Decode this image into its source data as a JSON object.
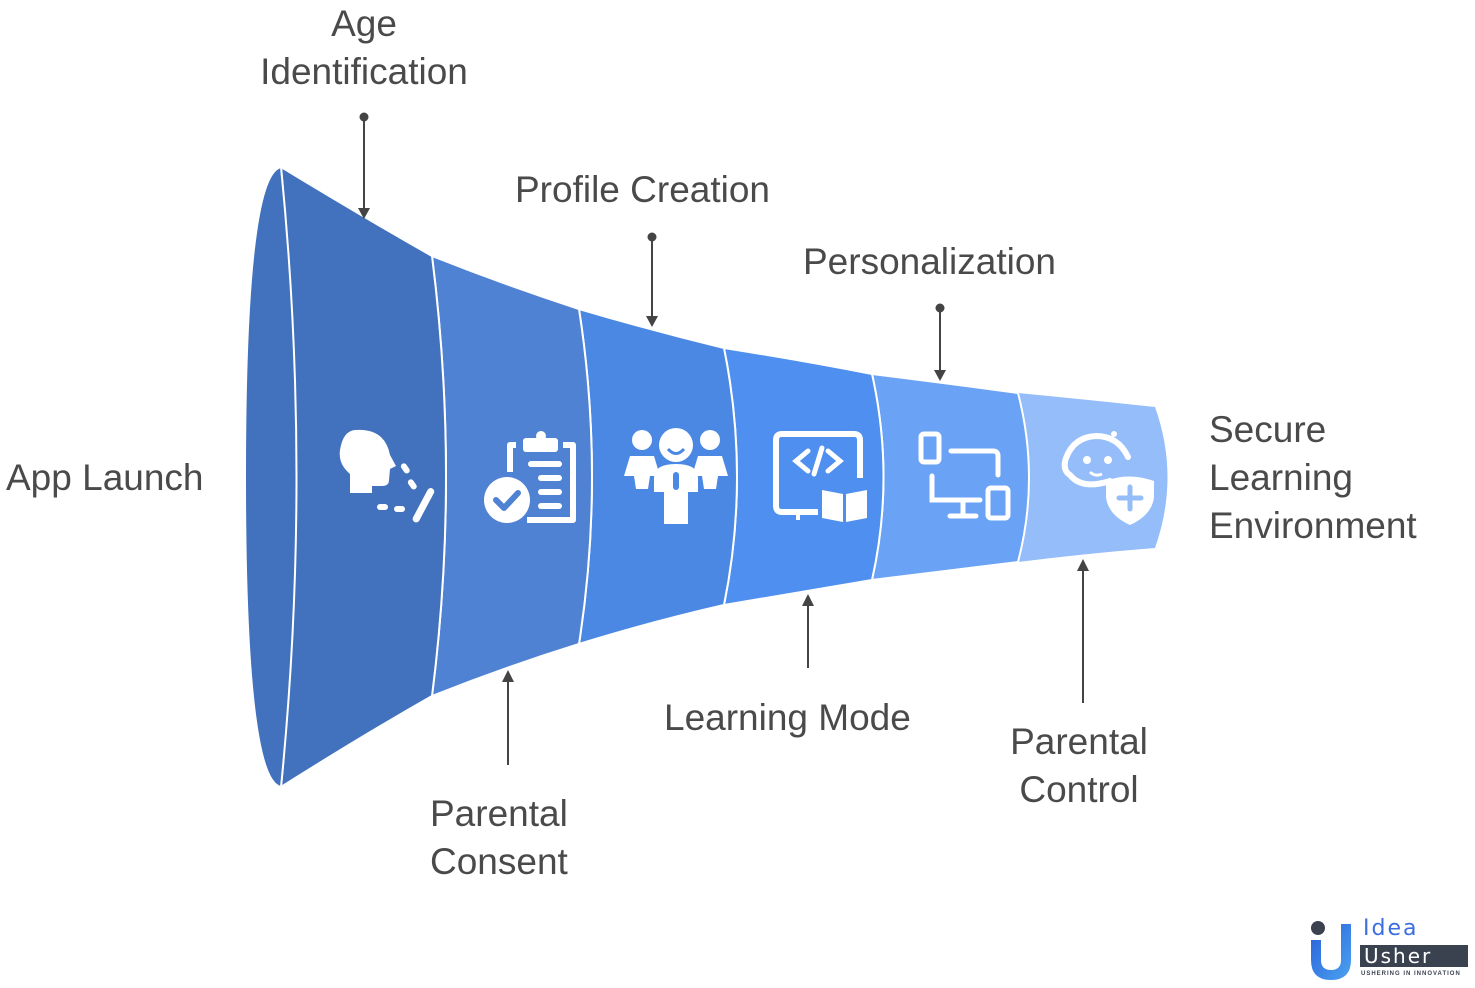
{
  "diagram": {
    "type": "funnel",
    "title": "",
    "stages": [
      {
        "label": "App Launch",
        "icon": "head-speaking-icon",
        "color": "#4272bd"
      },
      {
        "label": "Age Identification",
        "icon": "clipboard-check-icon",
        "color": "#5082d4"
      },
      {
        "label": "Parental Consent",
        "icon": "group-people-icon",
        "color": "#4b88e4"
      },
      {
        "label": "Profile Creation",
        "icon": "code-monitor-book-icon",
        "color": "#4e8ff0"
      },
      {
        "label": "Learning Mode",
        "icon": "device-network-icon",
        "color": "#6aa2f6"
      },
      {
        "label": "Personalization",
        "icon": "baby-shield-icon",
        "color": "#94bdf9"
      }
    ],
    "labels": {
      "app_launch": "App Launch",
      "age_identification_1": "Age",
      "age_identification_2": "Identification",
      "profile_creation": "Profile Creation",
      "personalization": "Personalization",
      "parental_consent_1": "Parental",
      "parental_consent_2": "Consent",
      "learning_mode": "Learning Mode",
      "parental_control_1": "Parental",
      "parental_control_2": "Control",
      "secure_1": "Secure",
      "secure_2": "Learning",
      "secure_3": "Environment"
    },
    "text_color": "#4a4a4a",
    "arrow_color": "#444444"
  },
  "logo": {
    "word1": "Idea",
    "word2": "Usher",
    "tagline": "USHERING IN INNOVATION",
    "brand_color": "#3b6ee0",
    "dark_color": "#3a4250"
  }
}
